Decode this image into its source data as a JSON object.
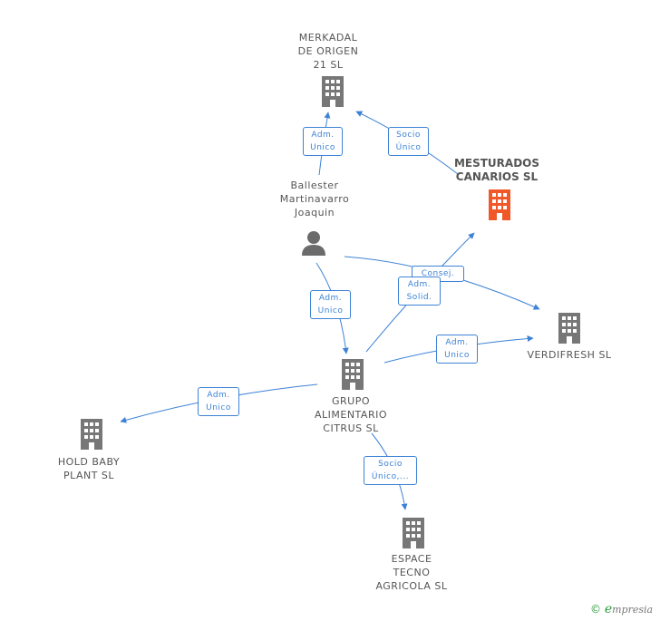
{
  "nodes": {
    "merkadal": {
      "label": "MERKADAL\nDE ORIGEN\n21 SL",
      "type": "company"
    },
    "mesturados": {
      "label": "MESTURADOS\nCANARIOS SL",
      "type": "company-focus"
    },
    "person": {
      "label": "Ballester\nMartinavarro\nJoaquin",
      "type": "person"
    },
    "verdifresh": {
      "label": "VERDIFRESH SL",
      "type": "company"
    },
    "grupo": {
      "label": "GRUPO\nALIMENTARIO\nCITRUS SL",
      "type": "company"
    },
    "holdbaby": {
      "label": "HOLD BABY\nPLANT  SL",
      "type": "company"
    },
    "espace": {
      "label": "ESPACE\nTECNO\nAGRICOLA SL",
      "type": "company"
    }
  },
  "edges": {
    "person_merkadal": "Adm.\nUnico",
    "mesturados_merkadal": "Socio\nÚnico",
    "person_grupo": "Adm.\nUnico",
    "person_verdifresh": "Consej.",
    "grupo_mesturados": "Adm.\nSolid.",
    "grupo_verdifresh": "Adm.\nUnico",
    "grupo_holdbaby": "Adm.\nUnico",
    "grupo_espace": "Socio\nÚnico,..."
  },
  "colors": {
    "edge": "#3d82d6",
    "company_icon": "#777777",
    "focus_icon": "#f0582a",
    "person_icon": "#6b6b6b"
  },
  "footer": {
    "copyright": "©",
    "brand_initial": "e",
    "brand_rest": "mpresia"
  }
}
